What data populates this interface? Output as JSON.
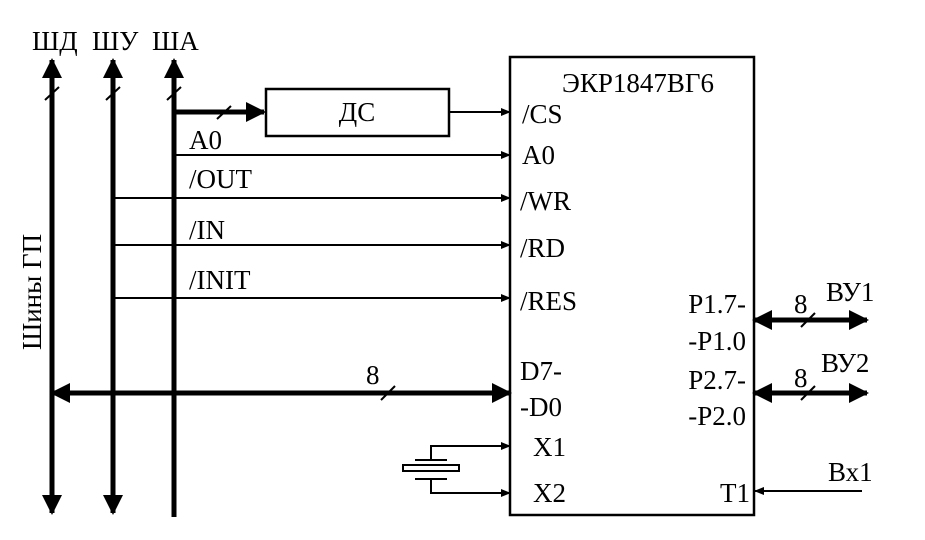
{
  "buses": {
    "data": "ШД",
    "control": "ШУ",
    "address": "ША",
    "side_label": "Шины ГП"
  },
  "decoder": "ДС",
  "chip": {
    "name": "ЭКР1847ВГ6",
    "pins_left": [
      "/CS",
      "A0",
      "/WR",
      "/RD",
      "/RES",
      "D7-",
      "-D0",
      "X1",
      "X2"
    ],
    "pins_right": [
      "P1.7-",
      "-P1.0",
      "P2.7-",
      "-P2.0",
      "T1"
    ]
  },
  "signals": {
    "a0": "A0",
    "out": "/OUT",
    "in": "/IN",
    "init": "/INIT"
  },
  "bus_width": "8",
  "outputs": {
    "vu1": "ВУ1",
    "vu2": "ВУ2",
    "vx1": "Вх1"
  }
}
